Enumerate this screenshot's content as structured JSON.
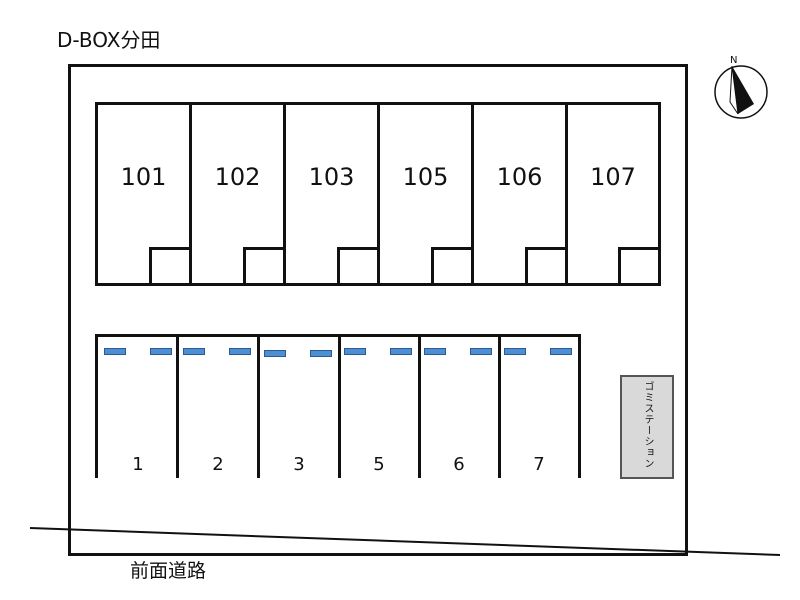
{
  "title": "D-BOX分田",
  "road_label": "前面道路",
  "rooms": [
    "101",
    "102",
    "103",
    "105",
    "106",
    "107"
  ],
  "parking": [
    "1",
    "2",
    "3",
    "5",
    "6",
    "7"
  ],
  "garbage_station": "ゴミステーション",
  "compass": {
    "label": "N"
  },
  "colors": {
    "marker": "#4e8ed2",
    "line": "#111111",
    "garbage_bg": "#d9d9d9"
  }
}
